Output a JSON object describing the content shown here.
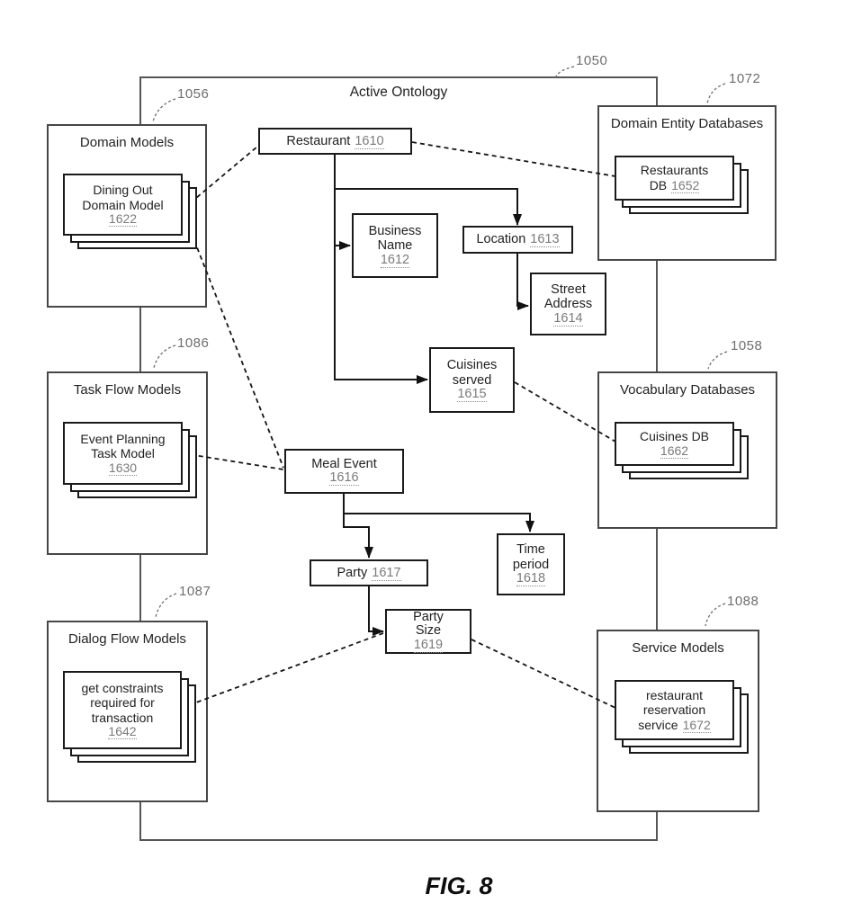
{
  "colors": {
    "ink": "#111111",
    "box_border": "#1a1a1a",
    "container_border": "#474747",
    "ref_text": "#7b7b7b"
  },
  "title": "Active Ontology",
  "figure_caption": "FIG. 8",
  "ref_labels": {
    "outer": "1050",
    "domain_models": "1056",
    "domain_entity_databases": "1072",
    "task_flow_models": "1086",
    "vocabulary_databases": "1058",
    "dialog_flow_models": "1087",
    "service_models": "1088"
  },
  "containers": {
    "domain_models": {
      "label": "Domain Models",
      "card": {
        "line1": "Dining Out",
        "line2": "Domain Model",
        "ref": "1622"
      }
    },
    "task_flow_models": {
      "label": "Task Flow Models",
      "card": {
        "line1": "Event Planning",
        "line2": "Task Model",
        "ref": "1630"
      }
    },
    "dialog_flow_models": {
      "label": "Dialog Flow Models",
      "card": {
        "line1": "get constraints",
        "line2": "required for",
        "line3": "transaction",
        "ref": "1642"
      }
    },
    "domain_entity_databases": {
      "label": "Domain Entity Databases",
      "card": {
        "line1": "Restaurants",
        "line2": "DB",
        "ref": "1652"
      }
    },
    "vocabulary_databases": {
      "label": "Vocabulary Databases",
      "card": {
        "line1": "Cuisines DB",
        "ref": "1662"
      }
    },
    "service_models": {
      "label": "Service Models",
      "card": {
        "line1": "restaurant",
        "line2": "reservation",
        "line3": "service",
        "ref": "1672"
      }
    }
  },
  "nodes": {
    "restaurant": {
      "label": "Restaurant",
      "ref": "1610"
    },
    "business_name": {
      "line1": "Business",
      "line2": "Name",
      "ref": "1612"
    },
    "location": {
      "label": "Location",
      "ref": "1613"
    },
    "street_address": {
      "line1": "Street",
      "line2": "Address",
      "ref": "1614"
    },
    "cuisines_served": {
      "line1": "Cuisines",
      "line2": "served",
      "ref": "1615"
    },
    "meal_event": {
      "label": "Meal Event",
      "ref": "1616"
    },
    "party": {
      "label": "Party",
      "ref": "1617"
    },
    "time_period": {
      "line1": "Time",
      "line2": "period",
      "ref": "1618"
    },
    "party_size": {
      "line1": "Party",
      "line2": "Size",
      "ref": "1619"
    }
  }
}
